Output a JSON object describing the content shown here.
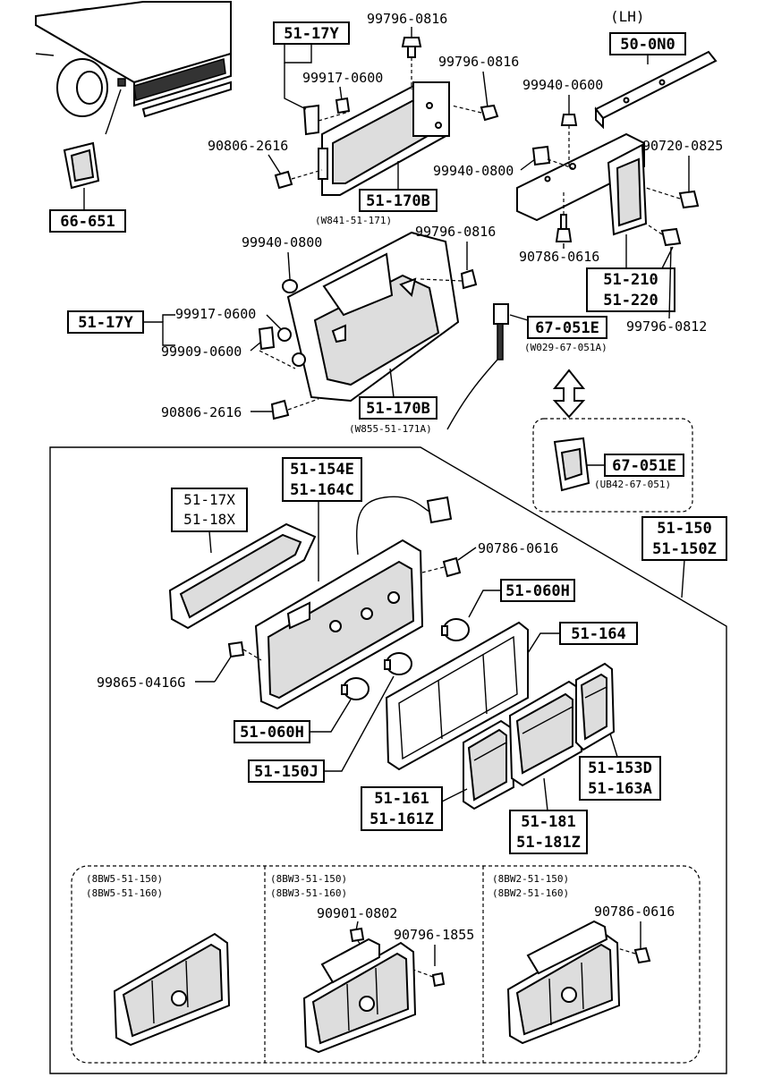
{
  "side_label": "(LH)",
  "callouts": {
    "c_51_17y_top": "51-17Y",
    "c_50_0n0": "50-0N0",
    "c_66_651": "66-651",
    "c_51_170b_top": "51-170B",
    "c_51_170b_top_sub": "(W841-51-171)",
    "c_51_210": "51-210",
    "c_51_220": "51-220",
    "c_51_17y_mid": "51-17Y",
    "c_67_051e_top": "67-051E",
    "c_67_051e_top_sub": "(W029-67-051A)",
    "c_51_170b_mid": "51-170B",
    "c_51_170b_mid_sub": "(W855-51-171A)",
    "c_67_051e_mid": "67-051E",
    "c_67_051e_mid_sub": "(UB42-67-051)",
    "c_51_154e": "51-154E",
    "c_51_164c": "51-164C",
    "c_51_17x": "51-17X",
    "c_51_18x": "51-18X",
    "c_51_150": "51-150",
    "c_51_150z": "51-150Z",
    "c_51_060h_r": "51-060H",
    "c_51_164": "51-164",
    "c_51_060h_l": "51-060H",
    "c_51_150j": "51-150J",
    "c_51_153d": "51-153D",
    "c_51_163a": "51-163A",
    "c_51_161": "51-161",
    "c_51_161z": "51-161Z",
    "c_51_181": "51-181",
    "c_51_181z": "51-181Z"
  },
  "part_numbers": {
    "p_99796_0816_a": "99796-0816",
    "p_99917_0600_a": "99917-0600",
    "p_99796_0816_b": "99796-0816",
    "p_99940_0600": "99940-0600",
    "p_90806_2616_a": "90806-2616",
    "p_99940_0800_a": "99940-0800",
    "p_90720_0825": "90720-0825",
    "p_99940_0800_b": "99940-0800",
    "p_99796_0816_c": "99796-0816",
    "p_90786_0616_a": "90786-0616",
    "p_99917_0600_b": "99917-0600",
    "p_99796_0812": "99796-0812",
    "p_99909_0600": "99909-0600",
    "p_90806_2616_b": "90806-2616",
    "p_90786_0616_b": "90786-0616",
    "p_99865_0416g": "99865-0416G",
    "p_90901_0802": "90901-0802",
    "p_90796_1855": "90796-1855",
    "p_90786_0616_c": "90786-0616"
  },
  "variants": [
    {
      "line1": "(8BW5-51-150)",
      "line2": "(8BW5-51-160)"
    },
    {
      "line1": "(8BW3-51-150)",
      "line2": "(8BW3-51-160)"
    },
    {
      "line1": "(8BW2-51-150)",
      "line2": "(8BW2-51-160)"
    }
  ]
}
